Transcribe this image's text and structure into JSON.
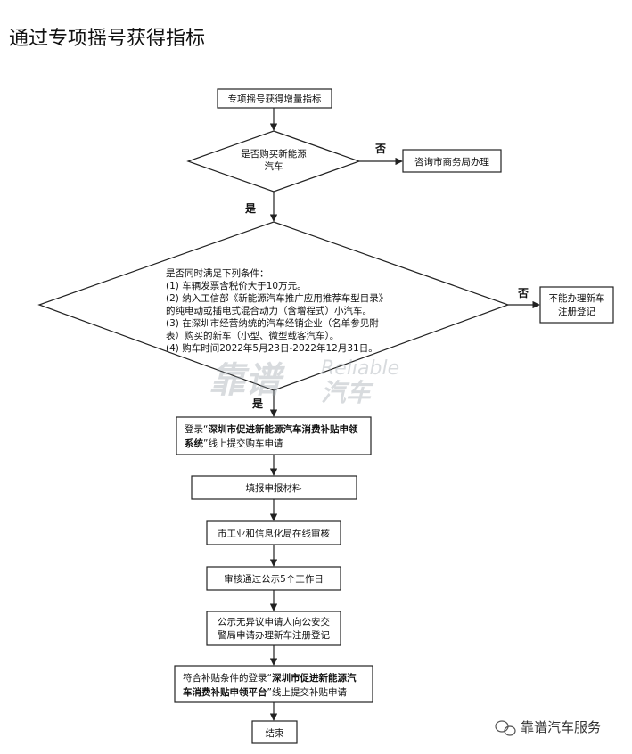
{
  "title": "通过专项摇号获得指标",
  "nodes": {
    "start": "专项摇号获得增量指标",
    "q1": [
      "是否购买新能源",
      "汽车"
    ],
    "consult": "咨询市商务局办理",
    "q2": [
      "是否同时满足下列条件：",
      "(1) 车辆发票含税价大于10万元。",
      "(2) 纳入工信部《新能源汽车推广应用推荐车型目录》",
      "的纯电动或插电式混合动力（含增程式）小汽车。",
      "(3) 在深圳市经营纳统的汽车经销企业（名单参见附",
      "表）购买的新车（小型、微型载客汽车）。",
      "(4) 购车时间2022年5月23日-2022年12月31日。"
    ],
    "cannot": [
      "不能办理新车",
      "注册登记"
    ],
    "step1": {
      "pre": "登录“",
      "bold1": "深圳市促进新能源汽车消费补贴申领",
      "bold2": "系统",
      "post": "”线上提交购车申请"
    },
    "step2": "填报申报材料",
    "step3": "市工业和信息化局在线审核",
    "step4": "审核通过公示5个工作日",
    "step5": [
      "公示无异议申请人向公安交",
      "警局申请办理新车注册登记"
    ],
    "step6": {
      "line1_pre": "符合补贴条件的登录“",
      "line1_bold": "深圳市促进新能源汽",
      "line2_bold": "车消费补贴申领平台",
      "line2_post": "”线上提交补贴申请"
    },
    "end": "结束"
  },
  "edge_labels": {
    "no1": "否",
    "yes1": "是",
    "no2": "否",
    "yes2": "是"
  },
  "watermark": {
    "chinese": "靠谱",
    "latin": "Reliable",
    "sub": "汽车"
  },
  "credit": "靠谱汽车服务"
}
